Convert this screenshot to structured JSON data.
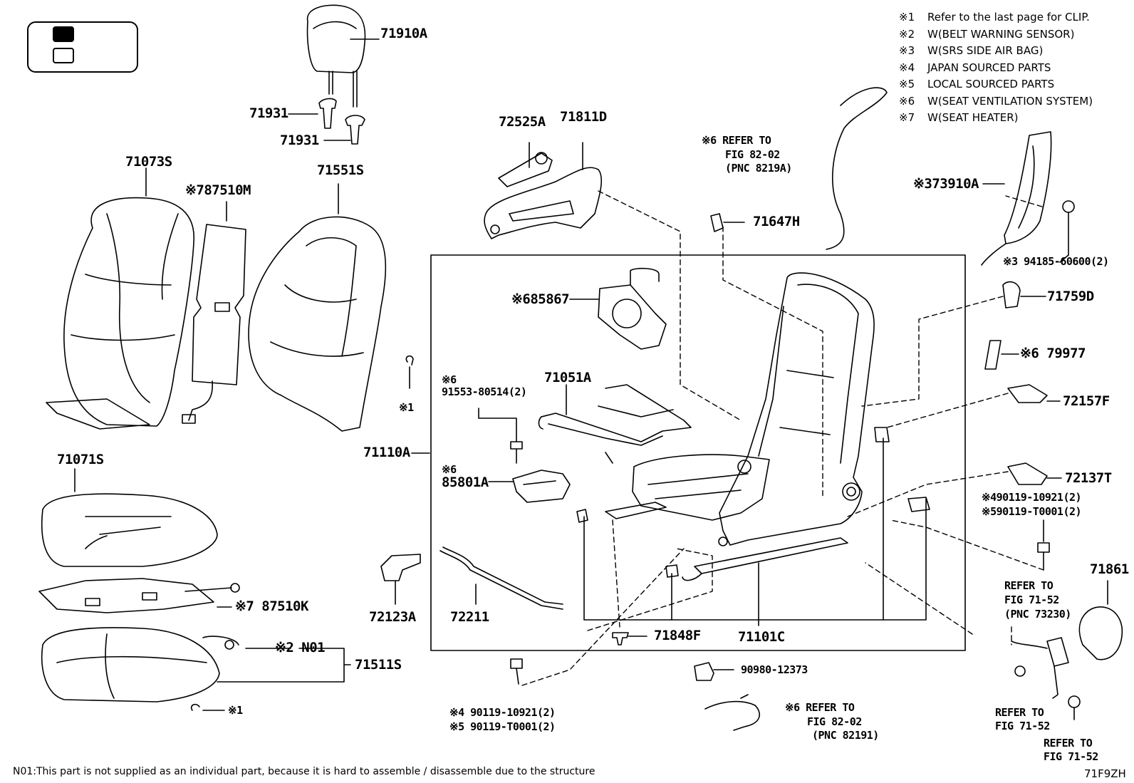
{
  "key_box": {
    "filled_swatch": "",
    "empty_swatch": ""
  },
  "legend": [
    {
      "mark": "※1",
      "text": "Refer to the last page for CLIP."
    },
    {
      "mark": "※2",
      "text": "W(BELT WARNING SENSOR)"
    },
    {
      "mark": "※3",
      "text": "W(SRS SIDE AIR BAG)"
    },
    {
      "mark": "※4",
      "text": "JAPAN SOURCED PARTS"
    },
    {
      "mark": "※5",
      "text": "LOCAL SOURCED PARTS"
    },
    {
      "mark": "※6",
      "text": "W(SEAT VENTILATION SYSTEM)"
    },
    {
      "mark": "※7",
      "text": "W(SEAT HEATER)"
    }
  ],
  "labels": {
    "p71910A": "71910A",
    "p71931a": "71931",
    "p71931b": "71931",
    "p71073S": "71073S",
    "p87510M": "※787510M",
    "p71551S": "71551S",
    "p72525A": "72525A",
    "p71811D": "71811D",
    "p71647H": "71647H",
    "p73910A": "※373910A",
    "p94185": "※3 94185-60600(2)",
    "p71759D": "71759D",
    "p79977": "※6 79977",
    "p72157F": "72157F",
    "p72137T": "72137T",
    "p90119a4": "※490119-10921(2)",
    "p90119a5": "※590119-T0001(2)",
    "p85867": "※685867",
    "p91553a": "※6",
    "p91553b": "91553-80514(2)",
    "p71051A": "71051A",
    "p85801Aa": "※6",
    "p85801Ab": "85801A",
    "p71110A": "71110A",
    "p71071S": "71071S",
    "p87510K": "※7 87510K",
    "pN01": "※2 N01",
    "p71511S": "71511S",
    "pclip1": "※1",
    "pclip2": "※1",
    "p72123A": "72123A",
    "p72211": "72211",
    "p71848F": "71848F",
    "p71101C": "71101C",
    "p90980": "90980-12373",
    "p90119b4": "※4 90119-10921(2)",
    "p90119b5": "※5 90119-T0001(2)",
    "p71861": "71861",
    "ref1a": "※6 REFER TO",
    "ref1b": "FIG 82-02",
    "ref1c": "(PNC 8219A)",
    "ref2a": "※6 REFER TO",
    "ref2b": "FIG 82-02",
    "ref2c": "(PNC 82191)",
    "ref3a": "REFER TO",
    "ref3b": "FIG 71-52",
    "ref3c": "(PNC 73230)",
    "ref4a": "REFER TO",
    "ref4b": "FIG 71-52",
    "ref5a": "REFER TO",
    "ref5b": "FIG 71-52"
  },
  "footnote": "N01:This part is not supplied as an individual part, because it is hard to assemble / disassemble due to the structure",
  "figure_code": "71F9ZH"
}
